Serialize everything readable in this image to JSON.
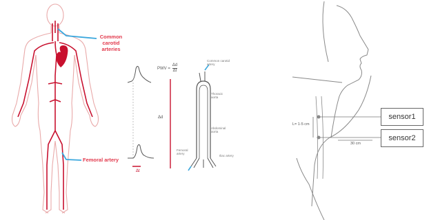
{
  "left_figure": {
    "label_carotid": "Common carotid arteries",
    "label_femoral": "Femoral artery"
  },
  "pwv_figure": {
    "formula_lhs": "PWV =",
    "formula_num": "Δd",
    "formula_den": "Δt",
    "delta_t_label": "Δt",
    "delta_d_label": "Δd",
    "carotid_site": "Common carotid artery",
    "aortic_arch": "Thoracic aorta",
    "abdominal": "Abdominal aorta",
    "femoral_site": "Femoral artery",
    "iliac": "Iliac artery"
  },
  "neck_figure": {
    "vertical_distance": "L= 1-5 cm",
    "horizontal_distance": "30 cm",
    "sensor1": "sensor1",
    "sensor2": "sensor2"
  },
  "colors": {
    "artery_red": "#c8102e",
    "label_red": "#e23a4d",
    "callout_blue": "#3aa7dd",
    "line_gray": "#666666"
  }
}
